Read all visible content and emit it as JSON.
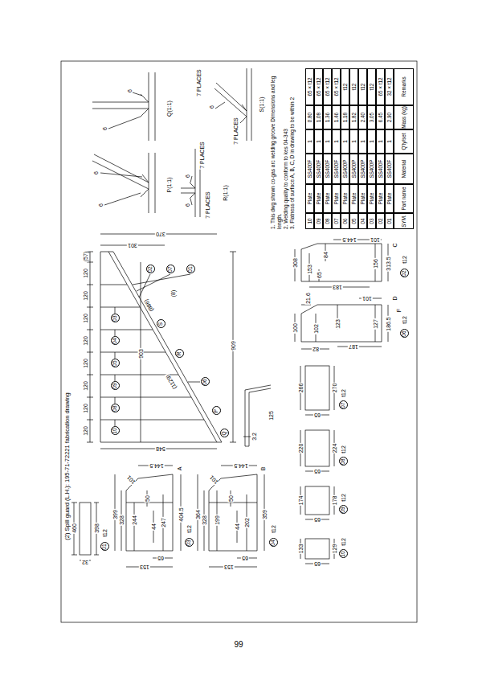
{
  "diagram": {
    "title": "(2) Spill guard (L.H.): 195-71-72221 fabrication drawing",
    "nodes": [
      {
        "text": [
          "01"
        ]
      },
      {
        "text": [
          "03"
        ]
      },
      {
        "text": [
          "04"
        ]
      },
      {
        "text": [
          "10"
        ]
      },
      {
        "text": [
          "08"
        ]
      },
      {
        "text": [
          "09"
        ]
      },
      {
        "text": [
          "05"
        ]
      },
      {
        "text": [
          "04"
        ]
      },
      {
        "text": [
          "03"
        ]
      },
      {
        "text": [
          "06"
        ]
      },
      {
        "text": [
          "02"
        ]
      },
      {
        "text": [
          "07"
        ]
      },
      {
        "text": [
          "01"
        ]
      },
      {
        "text": [
          "P"
        ]
      },
      {
        "text": [
          "Q"
        ]
      },
      {
        "text": [
          "R"
        ]
      },
      {
        "text": [
          "S"
        ]
      },
      {
        "text": [
          "10"
        ]
      },
      {
        "text": [
          "09"
        ]
      },
      {
        "text": [
          "08"
        ]
      },
      {
        "text": [
          "07"
        ]
      },
      {
        "text": [
          "06"
        ]
      },
      {
        "text": [
          "02"
        ]
      }
    ],
    "labels": [
      "460",
      "398",
      "32",
      "t12",
      "399",
      "328",
      "244",
      "153",
      "65",
      "50",
      "44",
      "247",
      "404.5",
      "144.5",
      "101",
      "A",
      "t12",
      "364",
      "328",
      "199",
      "153",
      "65",
      "50",
      "44",
      "202",
      "359",
      "144.5",
      "101",
      "B",
      "t12",
      "133",
      "129",
      "65",
      "t12",
      "174",
      "178",
      "65",
      "t12",
      "220",
      "224",
      "65",
      "t12",
      "266",
      "270",
      "65",
      "t12",
      "120",
      "120",
      "120",
      "120",
      "120",
      "120",
      "120",
      "120",
      "(57)",
      "903",
      "909",
      "548",
      "301",
      "370",
      "(1129)",
      "(886)",
      "(8)",
      "3.2",
      "125",
      "P(1:1)",
      "6",
      "6",
      "Q(1:1)",
      "6",
      "6",
      "R(1:1)",
      "6",
      "6",
      "7 PLACES",
      "7 PLACES",
      "S(1:1)",
      "6",
      "7 PLACES",
      "7 PLACES",
      "100",
      "82",
      "21.6",
      "102",
      "123",
      "187",
      "127",
      "186.5",
      "101",
      "D",
      "F",
      "t12",
      "308",
      "183",
      "153",
      "65",
      "84",
      "156",
      "313.5",
      "144.5",
      "101",
      "C",
      "t12",
      "1. This dwg shown co-gas arc welding groove Dimensions and leg length.",
      "2. Welding quality to conform to kes 04-343",
      "3. Flatness of surface A, B, C, D in drawing to be within 2",
      "10",
      "Plate",
      "SS400F",
      "1",
      "0.80",
      "65 × t12",
      "09",
      "Plate",
      "SS400F",
      "1",
      "1.08",
      "65 × t12",
      "08",
      "Plate",
      "SS400F",
      "1",
      "1.36",
      "65 × t12",
      "07",
      "Plate",
      "SS400F",
      "1",
      "1.46",
      "65 × t12",
      "06",
      "Plate",
      "SS400P",
      "1",
      "1.18",
      "t12",
      "05",
      "Plate",
      "SS400P",
      "1",
      "1.82",
      "t12",
      "04",
      "Plate",
      "SS400P",
      "1",
      "2.40",
      "t12",
      "03",
      "Plate",
      "SS400P",
      "1",
      "3.05",
      "t12",
      "02",
      "Plate",
      "SS400F",
      "1",
      "6.45",
      "65 × t12",
      "01",
      "Plate",
      "SS400F",
      "1",
      "2.90",
      "32 × t12",
      "SYM.",
      "Part name",
      "Material",
      "Q'ty/set",
      "Mass (kg)",
      "Remarks",
      "99"
    ]
  }
}
